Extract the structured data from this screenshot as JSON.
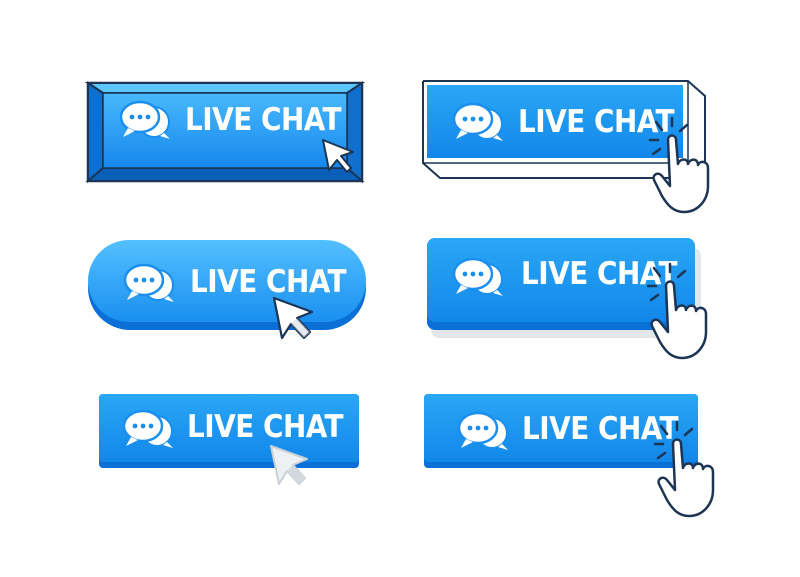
{
  "buttons": [
    {
      "label": "LIVE CHAT",
      "style": "3d-box-filled",
      "cursor": "arrow"
    },
    {
      "label": "LIVE CHAT",
      "style": "3d-box-outline",
      "cursor": "hand-click"
    },
    {
      "label": "LIVE CHAT",
      "style": "pill",
      "cursor": "arrow"
    },
    {
      "label": "LIVE CHAT",
      "style": "rounded-rect",
      "cursor": "hand-click"
    },
    {
      "label": "LIVE CHAT",
      "style": "flat",
      "cursor": "arrow-grey"
    },
    {
      "label": "LIVE CHAT",
      "style": "flat",
      "cursor": "hand-click"
    }
  ],
  "icons": {
    "chat": "chat-bubbles-icon",
    "arrow": "arrow-cursor-icon",
    "hand": "hand-pointer-icon"
  },
  "colors": {
    "blue": "#1a9bf0",
    "blue_dark": "#0a6fd6",
    "blue_light": "#5cc3ff",
    "outline": "#1c3554"
  }
}
